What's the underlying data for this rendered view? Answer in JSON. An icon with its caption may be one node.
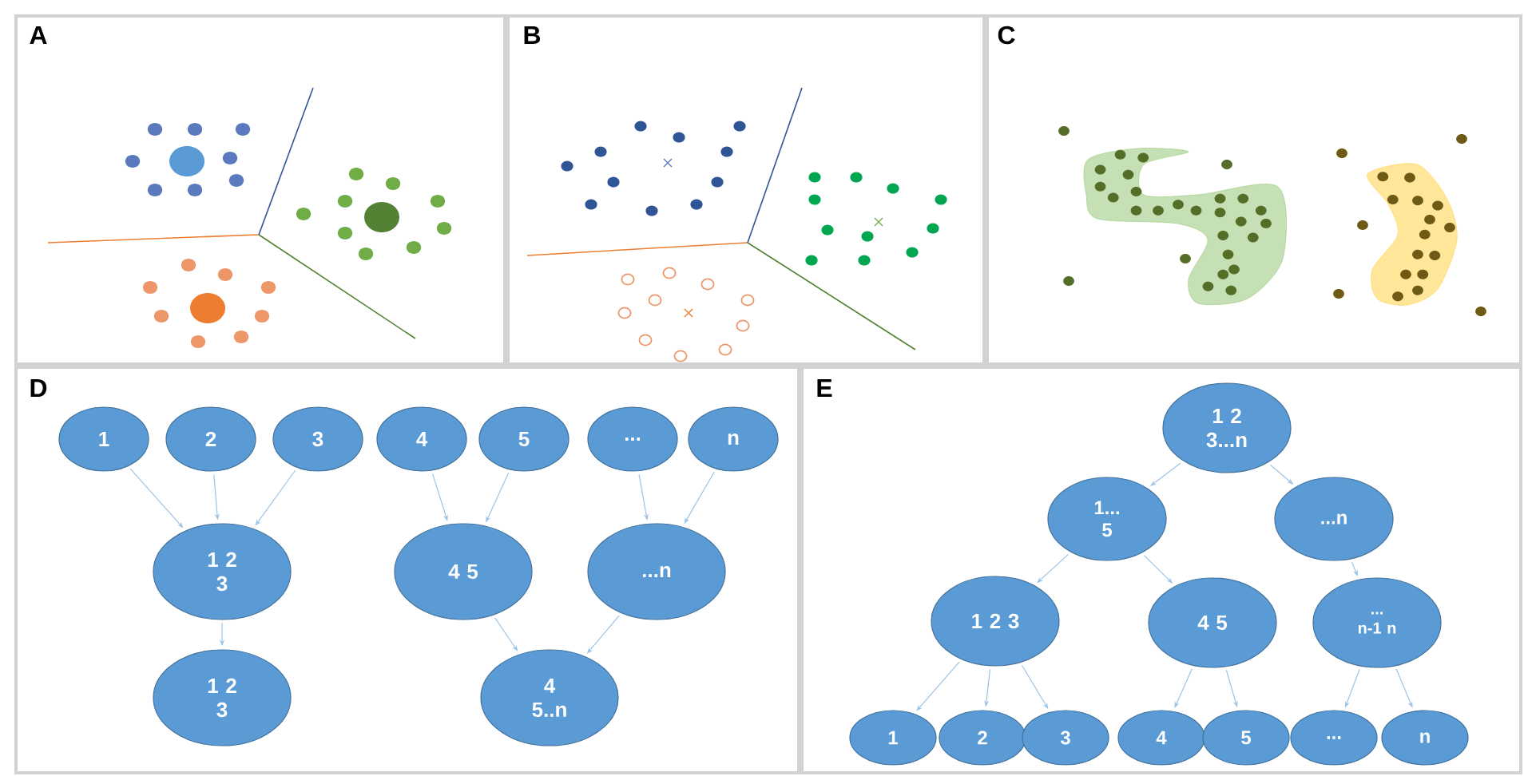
{
  "diagram": {
    "nodes": [
      {
        "text": [
          "1"
        ]
      },
      {
        "text": [
          "2"
        ]
      },
      {
        "text": [
          "3"
        ]
      },
      {
        "text": [
          "4"
        ]
      },
      {
        "text": [
          "5"
        ]
      },
      {
        "text": [
          "..."
        ]
      },
      {
        "text": [
          "n"
        ]
      },
      {
        "text": [
          "1 2 3"
        ]
      },
      {
        "text": [
          "4 5"
        ]
      },
      {
        "text": [
          "...n"
        ]
      },
      {
        "text": [
          "1 2 3"
        ]
      },
      {
        "text": [
          "4 5..n"
        ]
      },
      {
        "text": [
          "1 2 3...n"
        ]
      },
      {
        "text": [
          "1... 5"
        ]
      },
      {
        "text": [
          "...n"
        ]
      },
      {
        "text": [
          "1 2 3"
        ]
      },
      {
        "text": [
          "4 5"
        ]
      },
      {
        "text": [
          "... n-1 n"
        ]
      },
      {
        "text": [
          "1"
        ]
      },
      {
        "text": [
          "2"
        ]
      },
      {
        "text": [
          "3"
        ]
      },
      {
        "text": [
          "4"
        ]
      },
      {
        "text": [
          "5"
        ]
      },
      {
        "text": [
          "..."
        ]
      },
      {
        "text": [
          "n"
        ]
      }
    ],
    "edges": [
      {
        "from": 0,
        "to": 7,
        "arrow": "to"
      },
      {
        "from": 1,
        "to": 7,
        "arrow": "to"
      },
      {
        "from": 2,
        "to": 7,
        "arrow": "to"
      },
      {
        "from": 3,
        "to": 8,
        "arrow": "to"
      },
      {
        "from": 4,
        "to": 8,
        "arrow": "to"
      },
      {
        "from": 5,
        "to": 9,
        "arrow": "to"
      },
      {
        "from": 6,
        "to": 9,
        "arrow": "to"
      },
      {
        "from": 7,
        "to": 10,
        "arrow": "to"
      },
      {
        "from": 8,
        "to": 11,
        "arrow": "to"
      },
      {
        "from": 9,
        "to": 11,
        "arrow": "to"
      },
      {
        "from": 12,
        "to": 13,
        "arrow": "to"
      },
      {
        "from": 12,
        "to": 14,
        "arrow": "to"
      },
      {
        "from": 13,
        "to": 15,
        "arrow": "to"
      },
      {
        "from": 13,
        "to": 16,
        "arrow": "to"
      },
      {
        "from": 14,
        "to": 17,
        "arrow": "to"
      },
      {
        "from": 15,
        "to": 18,
        "arrow": "to"
      },
      {
        "from": 15,
        "to": 19,
        "arrow": "to"
      },
      {
        "from": 15,
        "to": 20,
        "arrow": "to"
      },
      {
        "from": 16,
        "to": 21,
        "arrow": "to"
      },
      {
        "from": 16,
        "to": 22,
        "arrow": "to"
      },
      {
        "from": 17,
        "to": 23,
        "arrow": "to"
      },
      {
        "from": 17,
        "to": 24,
        "arrow": "to"
      }
    ],
    "labels": [
      "A",
      "B",
      "C",
      "D",
      "E"
    ]
  }
}
